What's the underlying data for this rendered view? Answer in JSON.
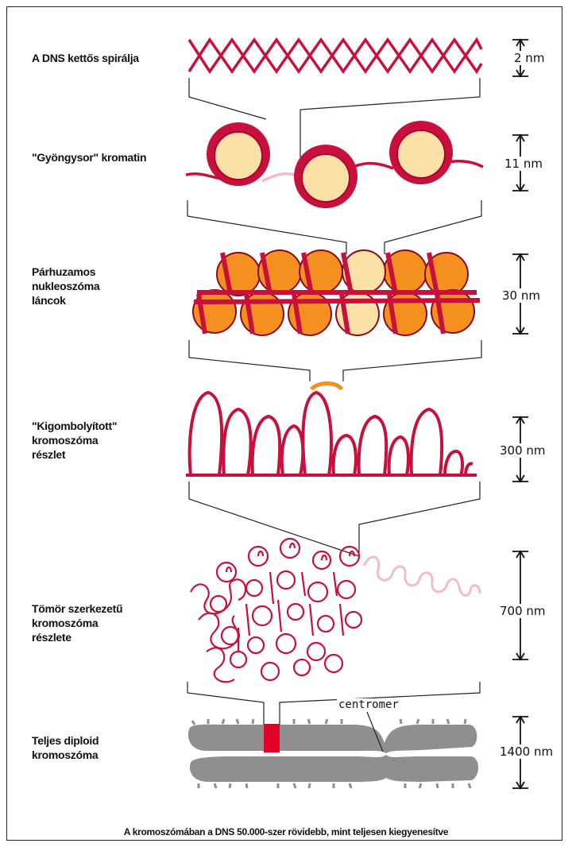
{
  "levels": [
    {
      "label_lines": [
        "A DNS kettős spirálja"
      ],
      "scale": "2 nm"
    },
    {
      "label_lines": [
        "\"Gyöngysor\" kromatin"
      ],
      "scale": "11 nm"
    },
    {
      "label_lines": [
        "Párhuzamos",
        "nukleoszóma",
        "láncok"
      ],
      "scale": "30 nm"
    },
    {
      "label_lines": [
        "\"Kigombolyított\"",
        "kromoszóma",
        "részlet"
      ],
      "scale": "300 nm"
    },
    {
      "label_lines": [
        "Tömör szerkezetű",
        "kromoszóma",
        "részlete"
      ],
      "scale": "700 nm"
    },
    {
      "label_lines": [
        "Teljes diploid",
        "kromoszóma"
      ],
      "scale": "1400 nm"
    }
  ],
  "centromer_label": "centromer",
  "caption": "A kromoszómában a DNS 50.000-szer rövidebb, mint teljesen kiegyenesítve",
  "colors": {
    "dna": "#c8103c",
    "nucleosome_core": "#fbe0a8",
    "orange": "#f39020",
    "pink": "#f0bcc8",
    "chromosome": "#8f8f8f",
    "band": "#e00028"
  }
}
